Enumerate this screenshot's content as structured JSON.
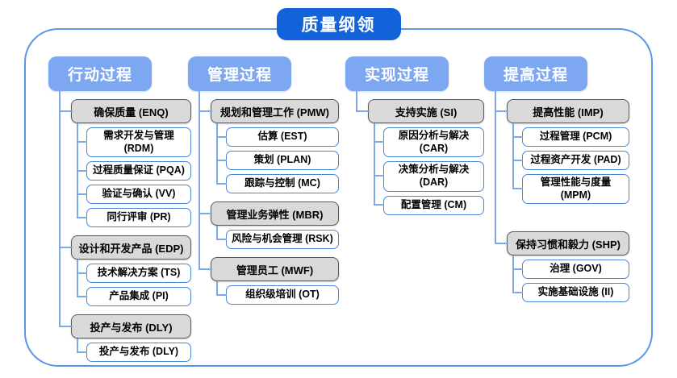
{
  "title": "质量纲领",
  "colors": {
    "accent": "#1262d9",
    "headerBlue": "#7da7f0",
    "lineBlue": "#7fa8e8",
    "boxBlue": "#4a86d8",
    "grayFill": "#d9d9d9",
    "grayBorder": "#595959",
    "frameBlue": "#5b96e8"
  },
  "columns": [
    {
      "header": "行动过程",
      "groups": [
        {
          "parent": "确保质量 (ENQ)",
          "children": [
            "需求开发与管理 (RDM)",
            "过程质量保证 (PQA)",
            "验证与确认 (VV)",
            "同行评审 (PR)"
          ]
        },
        {
          "parent": "设计和开发产品 (EDP)",
          "children": [
            "技术解决方案 (TS)",
            "产品集成 (PI)"
          ]
        },
        {
          "parent": "投产与发布 (DLY)",
          "children": [
            "投产与发布 (DLY)"
          ]
        }
      ]
    },
    {
      "header": "管理过程",
      "groups": [
        {
          "parent": "规划和管理工作 (PMW)",
          "children": [
            "估算 (EST)",
            "策划 (PLAN)",
            "跟踪与控制 (MC)"
          ]
        },
        {
          "parent": "管理业务弹性 (MBR)",
          "children": [
            "风险与机会管理 (RSK)"
          ]
        },
        {
          "parent": "管理员工 (MWF)",
          "children": [
            "组织级培训 (OT)"
          ]
        }
      ]
    },
    {
      "header": "实现过程",
      "groups": [
        {
          "parent": "支持实施 (SI)",
          "children": [
            "原因分析与解决 (CAR)",
            "决策分析与解决 (DAR)",
            "配置管理 (CM)"
          ]
        }
      ]
    },
    {
      "header": "提高过程",
      "groups": [
        {
          "parent": "提高性能 (IMP)",
          "children": [
            "过程管理 (PCM)",
            "过程资产开发 (PAD)",
            "管理性能与度量\n(MPM)"
          ]
        },
        {
          "parent": "保持习惯和毅力 (SHP)",
          "children": [
            "治理 (GOV)",
            "实施基础设施 (II)"
          ]
        }
      ]
    }
  ]
}
